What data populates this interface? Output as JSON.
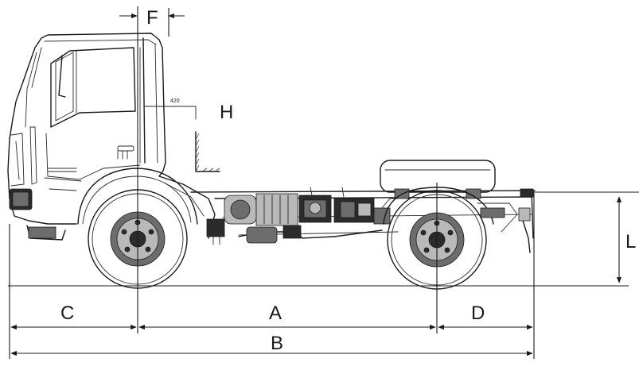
{
  "labels": {
    "F": "F",
    "H": "H",
    "L": "L",
    "A": "A",
    "B": "B",
    "C": "C",
    "D": "D",
    "cab_note": "420"
  },
  "icons": {
    "truck": "truck-chassis-side-view",
    "wall": "wall-hatching"
  }
}
